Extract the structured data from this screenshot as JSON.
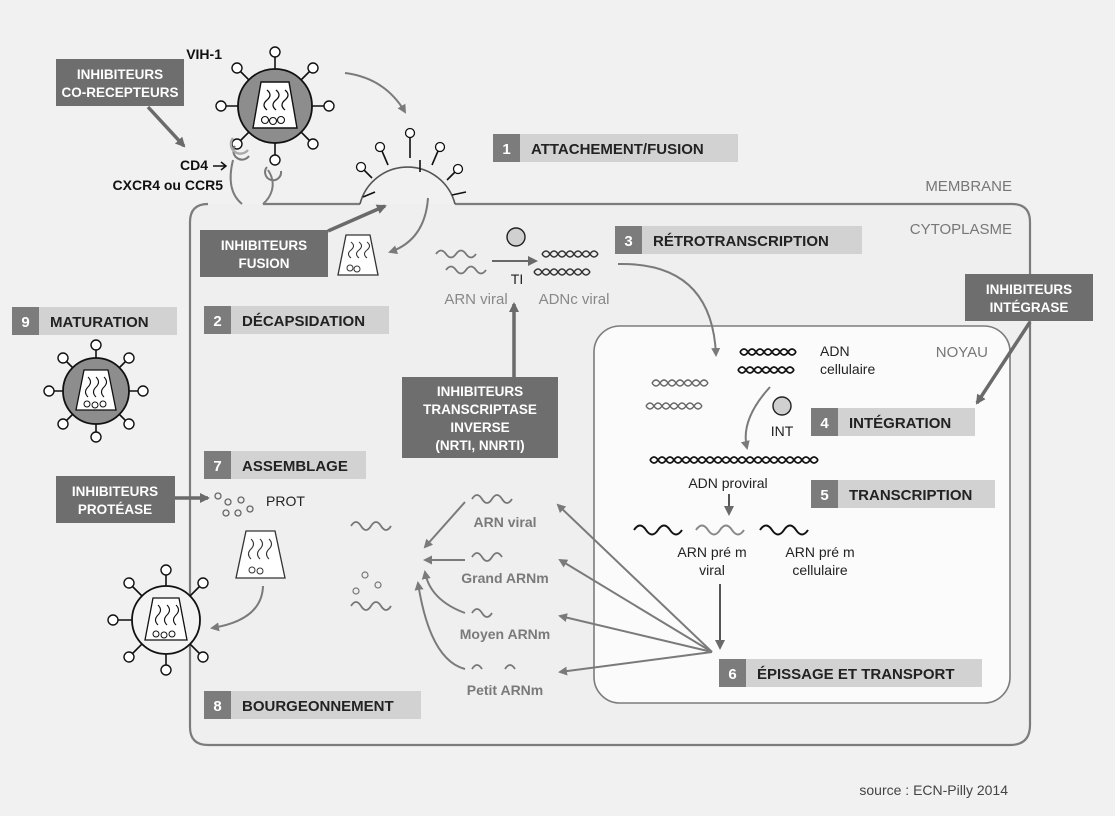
{
  "virus_label": "VIH-1",
  "receptors": {
    "cd4": "CD4",
    "coreceptor": "CXCR4 ou CCR5"
  },
  "regions": {
    "membrane": "MEMBRANE",
    "cytoplasm": "CYTOPLASME",
    "nucleus": "NOYAU"
  },
  "steps": [
    {
      "num": "1",
      "label": "ATTACHEMENT/FUSION"
    },
    {
      "num": "2",
      "label": "DÉCAPSIDATION"
    },
    {
      "num": "3",
      "label": "RÉTROTRANSCRIPTION"
    },
    {
      "num": "4",
      "label": "INTÉGRATION"
    },
    {
      "num": "5",
      "label": "TRANSCRIPTION"
    },
    {
      "num": "6",
      "label": "ÉPISSAGE ET TRANSPORT"
    },
    {
      "num": "7",
      "label": "ASSEMBLAGE"
    },
    {
      "num": "8",
      "label": "BOURGEONNEMENT"
    },
    {
      "num": "9",
      "label": "MATURATION"
    }
  ],
  "inhibitors": {
    "coreceptor": [
      "INHIBITEURS",
      "CO-RECEPTEURS"
    ],
    "fusion": [
      "INHIBITEURS",
      "FUSION"
    ],
    "integrase": [
      "INHIBITEURS",
      "INTÉGRASE"
    ],
    "rt": [
      "INHIBITEURS",
      "TRANSCRIPTASE",
      "INVERSE",
      "(NRTI, NNRTI)"
    ],
    "protease": [
      "INHIBITEURS",
      "PROTÉASE"
    ]
  },
  "labels": {
    "ti": "TI",
    "arn_viral": "ARN viral",
    "adnc_viral": "ADNc viral",
    "adn_cell_1": "ADN",
    "adn_cell_2": "cellulaire",
    "int": "INT",
    "adn_proviral": "ADN proviral",
    "pre_viral_1": "ARN pré m",
    "pre_viral_2": "viral",
    "pre_cell_1": "ARN pré m",
    "pre_cell_2": "cellulaire",
    "prot": "PROT",
    "rna_viral": "ARN viral",
    "rna_grand": "Grand ARNm",
    "rna_moyen": "Moyen ARNm",
    "rna_petit": "Petit ARNm"
  },
  "source": "source : ECN-Pilly 2014"
}
